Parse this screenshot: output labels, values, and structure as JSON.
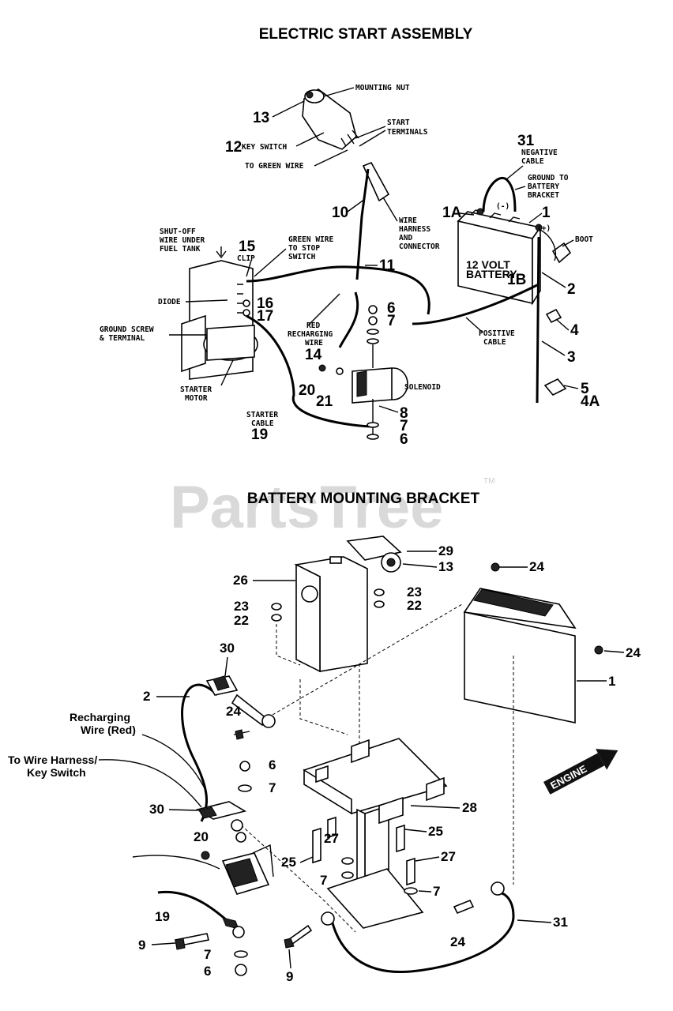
{
  "titles": {
    "top": "ELECTRIC START ASSEMBLY",
    "bottom": "BATTERY MOUNTING BRACKET"
  },
  "watermark": {
    "text": "PartsTree",
    "tm": "TM"
  },
  "top_labels": {
    "mounting_nut": "MOUNTING NUT",
    "start_terminals": "START TERMINALS",
    "key_switch": "KEY SWITCH",
    "to_green_wire": "TO GREEN WIRE",
    "negative_cable": "NEGATIVE CABLE",
    "ground_to_battery_bracket": "GROUND TO BATTERY BRACKET",
    "wire_harness_connector": "WIRE HARNESS AND CONNECTOR",
    "shutoff_wire": "SHUT-OFF WIRE UNDER FUEL TANK",
    "clip": "CLIP",
    "green_wire_stop": "GREEN WIRE TO STOP SWITCH",
    "boot": "BOOT",
    "battery": "12 VOLT BATTERY",
    "diode": "DIODE",
    "red_recharging_wire": "RED RECHARGING WIRE",
    "ground_screw": "GROUND SCREW & TERMINAL",
    "positive_cable": "POSITIVE CABLE",
    "solenoid": "SOLENOID",
    "starter_motor": "STARTER MOTOR",
    "starter_cable": "STARTER CABLE",
    "minus": "(-)",
    "plus": "(+)"
  },
  "top_numbers": {
    "n13": "13",
    "n12": "12",
    "n31": "31",
    "n10": "10",
    "n1A": "1A",
    "n1": "1",
    "n15": "15",
    "n11": "11",
    "n1B": "1B",
    "n2": "2",
    "n16": "16",
    "n17": "17",
    "n6a": "6",
    "n7a": "7",
    "n4": "4",
    "n14": "14",
    "n3": "3",
    "n20": "20",
    "n21": "21",
    "n5": "5",
    "n4A": "4A",
    "n8": "8",
    "n19": "19",
    "n7b": "7",
    "n6b": "6"
  },
  "bottom_labels": {
    "recharging_wire": "Recharging Wire (Red)",
    "to_wire_harness": "To Wire Harness/ Key Switch",
    "engine": "ENGINE"
  },
  "bottom_numbers": {
    "n29": "29",
    "n26": "26",
    "n13": "13",
    "n24a": "24",
    "n23a": "23",
    "n23b": "23",
    "n22a": "22",
    "n22b": "22",
    "n24b": "24",
    "n30a": "30",
    "n1": "1",
    "n2": "2",
    "n24c": "24",
    "n6a": "6",
    "n7a": "7",
    "n30b": "30",
    "n28": "28",
    "n27a": "27",
    "n25a": "25",
    "n20": "20",
    "n27b": "27",
    "n25b": "25",
    "n7b": "7",
    "n7c": "7",
    "n19": "19",
    "n31": "31",
    "n9a": "9",
    "n24d": "24",
    "n7d": "7",
    "n6b": "6",
    "n9b": "9"
  }
}
